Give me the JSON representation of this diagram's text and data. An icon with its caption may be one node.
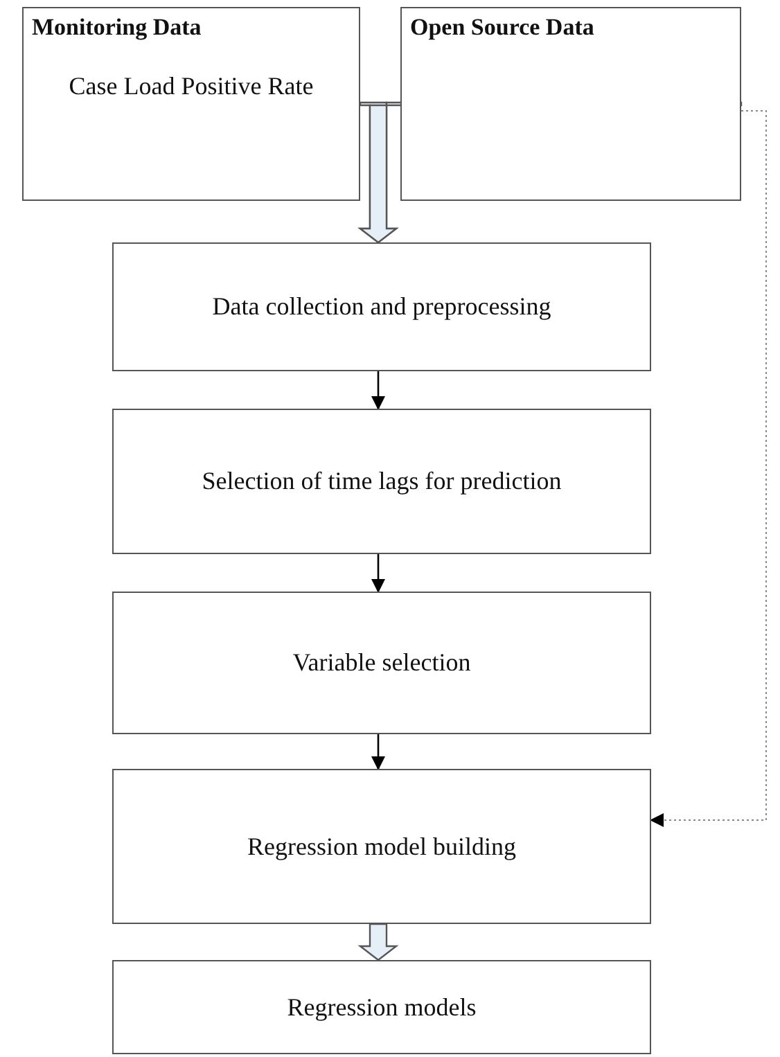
{
  "diagram": {
    "nodes": [
      {
        "text": [
          "Monitoring Data",
          "Case Load Positive Rate"
        ]
      },
      {
        "text": [
          "Open Source Data"
        ]
      },
      {
        "text": [
          "Data collection and preprocessing"
        ]
      },
      {
        "text": [
          "Selection of time lags for prediction"
        ]
      },
      {
        "text": [
          "Variable selection"
        ]
      },
      {
        "text": [
          "Regression model building"
        ]
      },
      {
        "text": [
          "Regression models"
        ]
      }
    ],
    "edges": [
      {
        "from": 0,
        "to": 2,
        "arrow": "to",
        "style": "thick"
      },
      {
        "from": 1,
        "to": 2,
        "arrow": "to",
        "style": "thick"
      },
      {
        "from": 2,
        "to": 3,
        "arrow": "to"
      },
      {
        "from": 3,
        "to": 4,
        "arrow": "to"
      },
      {
        "from": 4,
        "to": 5,
        "arrow": "to"
      },
      {
        "from": 1,
        "to": 5,
        "arrow": "to",
        "style": "dashed",
        "color": "#888888"
      },
      {
        "from": 5,
        "to": 6,
        "arrow": "to",
        "style": "thick"
      }
    ]
  }
}
